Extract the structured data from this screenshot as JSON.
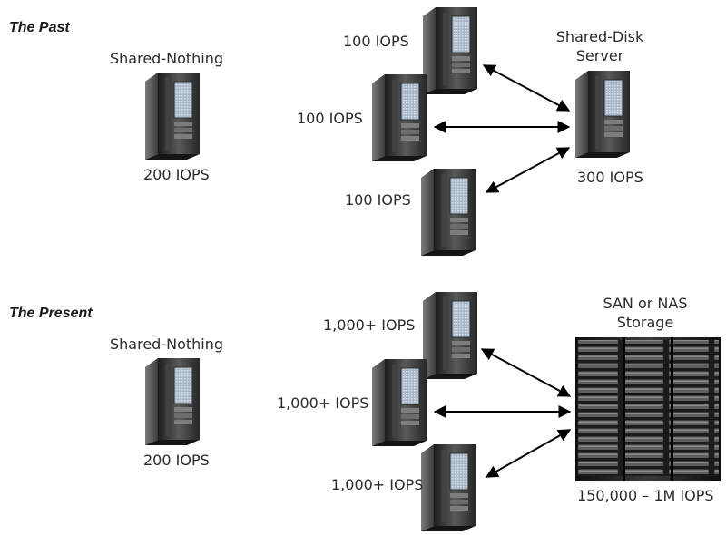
{
  "past": {
    "heading": "The Past",
    "shared_nothing": {
      "label": "Shared-Nothing",
      "iops": "200 IOPS"
    },
    "nodes": [
      {
        "iops": "100 IOPS"
      },
      {
        "iops": "100 IOPS"
      },
      {
        "iops": "100 IOPS"
      }
    ],
    "shared_disk": {
      "label_line1": "Shared-Disk",
      "label_line2": "Server",
      "iops": "300 IOPS"
    }
  },
  "present": {
    "heading": "The Present",
    "shared_nothing": {
      "label": "Shared-Nothing",
      "iops": "200 IOPS"
    },
    "nodes": [
      {
        "iops": "1,000+ IOPS"
      },
      {
        "iops": "1,000+ IOPS"
      },
      {
        "iops": "1,000+ IOPS"
      }
    ],
    "storage": {
      "label_line1": "SAN or NAS",
      "label_line2": "Storage",
      "iops": "150,000 – 1M IOPS"
    }
  },
  "icons": {
    "server": "tower-server-icon",
    "storage": "storage-rack-icon",
    "arrow": "double-arrow"
  },
  "colors": {
    "arrow": "#000000",
    "server_dark": "#2a2a2a",
    "server_light": "#9a9a9a",
    "panel": "#b9c6d3"
  }
}
